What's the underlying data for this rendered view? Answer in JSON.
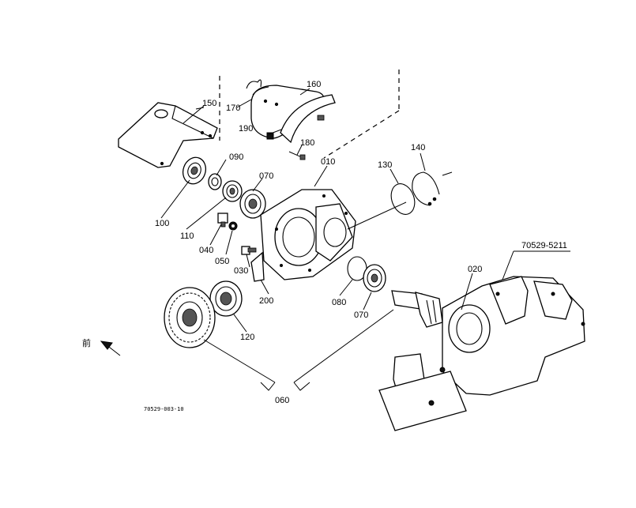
{
  "diagram": {
    "part_labels": {
      "p010": "010",
      "p020": "020",
      "p030": "030",
      "p040": "040",
      "p050": "050",
      "p060": "060",
      "p070a": "070",
      "p070b": "070",
      "p080": "080",
      "p090": "090",
      "p100": "100",
      "p110": "110",
      "p120": "120",
      "p130": "130",
      "p140": "140",
      "p150": "150",
      "p160": "160",
      "p170": "170",
      "p180": "180",
      "p190": "190",
      "p200": "200"
    },
    "reference_label": "70529-5211",
    "drawing_number": "70529-003-10",
    "front_marker": "前"
  }
}
